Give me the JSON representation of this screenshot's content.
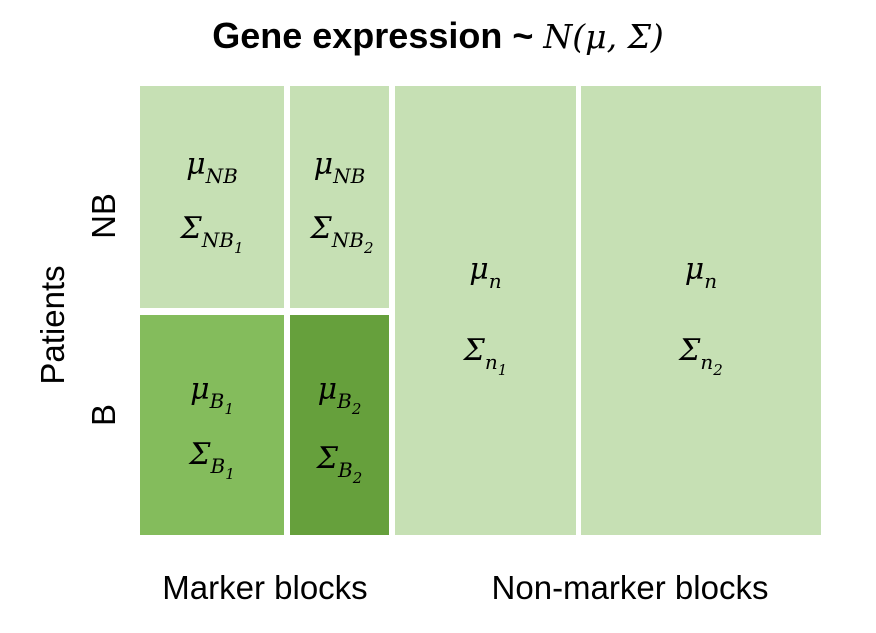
{
  "title": {
    "prefix": "Gene expression ~",
    "formula": "N(μ, Σ)"
  },
  "axis": {
    "y_label": "Patients",
    "row_nb": "NB",
    "row_b": "B"
  },
  "column_groups": {
    "marker": "Marker blocks",
    "non_marker": "Non-marker blocks"
  },
  "colors": {
    "light": "#c6e0b4",
    "medium": "#84bc5c",
    "dark": "#66a03c"
  },
  "cells": {
    "nb1": {
      "mu": "μ",
      "mu_sub": "NB",
      "sigma": "Σ",
      "sigma_sub": "NB",
      "sigma_subsub": "1"
    },
    "nb2": {
      "mu": "μ",
      "mu_sub": "NB",
      "sigma": "Σ",
      "sigma_sub": "NB",
      "sigma_subsub": "2"
    },
    "b1": {
      "mu": "μ",
      "mu_sub": "B",
      "mu_subsub": "1",
      "sigma": "Σ",
      "sigma_sub": "B",
      "sigma_subsub": "1"
    },
    "b2": {
      "mu": "μ",
      "mu_sub": "B",
      "mu_subsub": "2",
      "sigma": "Σ",
      "sigma_sub": "B",
      "sigma_subsub": "2"
    },
    "n1": {
      "mu": "μ",
      "mu_sub": "n",
      "sigma": "Σ",
      "sigma_sub": "n",
      "sigma_subsub": "1"
    },
    "n2": {
      "mu": "μ",
      "mu_sub": "n",
      "sigma": "Σ",
      "sigma_sub": "n",
      "sigma_subsub": "2"
    }
  }
}
